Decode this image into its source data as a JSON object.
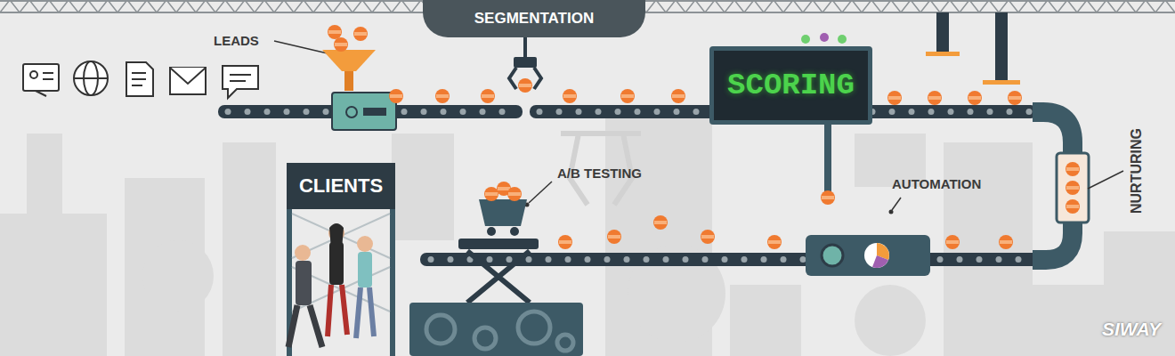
{
  "diagram": {
    "nodes": [
      {
        "text": [
          "SEGMENTATION"
        ]
      },
      {
        "text": [
          "SCORING"
        ]
      },
      {
        "text": [
          "CLIENTS"
        ]
      }
    ],
    "labels": [
      "LEADS",
      "A/B TESTING",
      "AUTOMATION",
      "NURTURING",
      "SIWAY"
    ]
  }
}
